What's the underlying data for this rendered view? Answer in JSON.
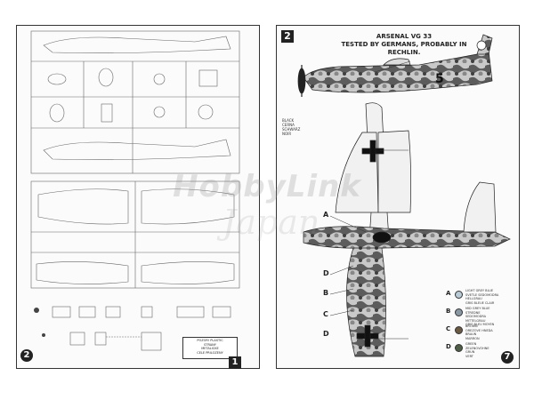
{
  "left_page": {
    "page_number": "2",
    "note_lines": [
      "POZOR! PLASTIC",
      "STRANY",
      "METALICKE",
      "CELE PRILOZENY",
      "POZICE NEPOUZE"
    ],
    "corner_badge": "1"
  },
  "right_page": {
    "step_number": "2",
    "page_number": "7",
    "title_lines": [
      "ARSENAL VG 33",
      "TESTED BY GERMANS, PROBABLY IN RECHLIN."
    ],
    "spinner_note": [
      "BLACK",
      "CERNA",
      "SCHWARZ",
      "NOIR"
    ],
    "callouts": {
      "a": "A",
      "b": "B",
      "c": "C",
      "d": "D",
      "d2": "D"
    },
    "legend": [
      {
        "letter": "A",
        "color": "#b9cbd6",
        "lines": [
          "LIGHT GREY BLUE",
          "SVETLE SEDOMODRA",
          "HELLGRAU",
          "GRIS BLEUE CLAIR"
        ]
      },
      {
        "letter": "B",
        "color": "#8a98a4",
        "lines": [
          "MID GREY BLUE",
          "STREDNE SEDOMODRA",
          "MITTELGRAU",
          "GRIS BLEU MOYEN"
        ]
      },
      {
        "letter": "C",
        "color": "#6b5a44",
        "lines": [
          "BROWN",
          "OREZOVE HNEDA",
          "BRAUN",
          "MARRON"
        ]
      },
      {
        "letter": "D",
        "color": "#4f5e46",
        "lines": [
          "GREEN",
          "ZELENOVOHNE",
          "GRUN",
          "VERT"
        ]
      }
    ]
  },
  "watermark": "HobbyLink",
  "watermark2": "Japan"
}
